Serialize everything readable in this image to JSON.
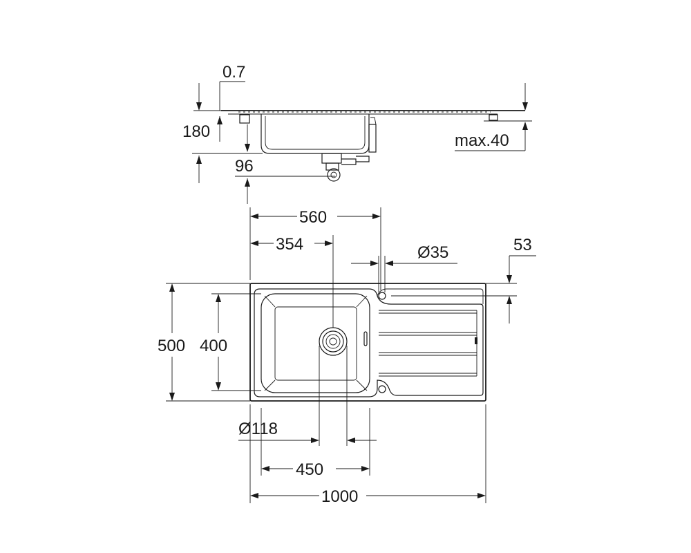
{
  "dimensions": {
    "thickness": "0.7",
    "height": "180",
    "cabinet_depth": "max.40",
    "drain_offset": "96",
    "faucet_offset": "560",
    "drain_center": "354",
    "tap_hole": "Ø35",
    "tap_inset": "53",
    "overall_depth": "500",
    "bowl_depth": "400",
    "drain_diameter": "Ø118",
    "bowl_width": "450",
    "overall_width": "1000"
  }
}
